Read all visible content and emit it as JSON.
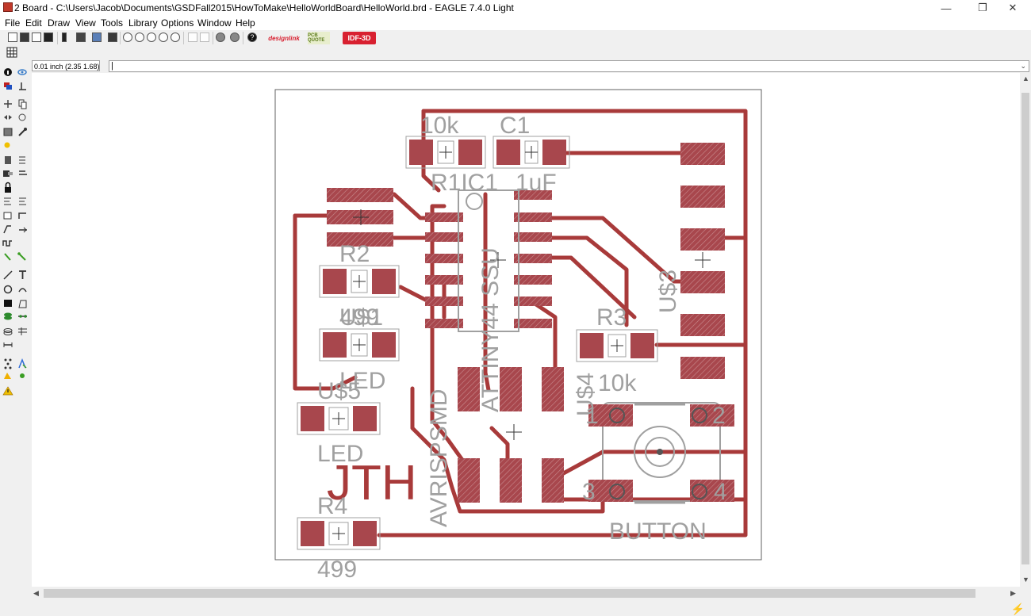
{
  "window": {
    "title": "2 Board - C:\\Users\\Jacob\\Documents\\GSDFall2015\\HowToMake\\HelloWorldBoard\\HelloWorld.brd - EAGLE 7.4.0 Light",
    "minimize": "—",
    "restore": "❐",
    "close": "✕"
  },
  "menu": [
    "File",
    "Edit",
    "Draw",
    "View",
    "Tools",
    "Library",
    "Options",
    "Window",
    "Help"
  ],
  "toolbar": {
    "designlink_label": "designlink",
    "pcbquote_label": "PCB QUOTE",
    "idf_label": "IDF-3D",
    "help_glyph": "?"
  },
  "command": {
    "coordinate": "0.01 inch (2.35 1.68)",
    "input_value": "",
    "cursor": "|"
  },
  "board": {
    "colors": {
      "trace": "#a83a3a",
      "pad": "#a8474d",
      "silk": "#a0a0a0",
      "outline": "#606060"
    },
    "labels": [
      {
        "id": "r1-value",
        "text": "10k"
      },
      {
        "id": "c1-name",
        "text": "C1"
      },
      {
        "id": "ic1-name",
        "text": "R1IC1"
      },
      {
        "id": "c1-value",
        "text": "1uF"
      },
      {
        "id": "r2-name",
        "text": "R2"
      },
      {
        "id": "led1-value",
        "text": "499"
      },
      {
        "id": "led1-name",
        "text": "U$1"
      },
      {
        "id": "led1-type",
        "text": "LED"
      },
      {
        "id": "u5-name",
        "text": "U$5"
      },
      {
        "id": "u5-type",
        "text": "LED"
      },
      {
        "id": "logo",
        "text": "JTH"
      },
      {
        "id": "r4-name",
        "text": "R4"
      },
      {
        "id": "r4-value",
        "text": "499"
      },
      {
        "id": "isp",
        "text": "AVRISPSMD"
      },
      {
        "id": "attiny",
        "text": "ATTINY44 SSU"
      },
      {
        "id": "r3-name",
        "text": "R3"
      },
      {
        "id": "r3-value",
        "text": "10k"
      },
      {
        "id": "u4-name",
        "text": "U$4"
      },
      {
        "id": "u3-name",
        "text": "U$3"
      },
      {
        "id": "button",
        "text": "BUTTON"
      },
      {
        "id": "btn-1",
        "text": "1"
      },
      {
        "id": "btn-2",
        "text": "2"
      },
      {
        "id": "btn-3",
        "text": "3"
      },
      {
        "id": "btn-4",
        "text": "4"
      }
    ]
  }
}
